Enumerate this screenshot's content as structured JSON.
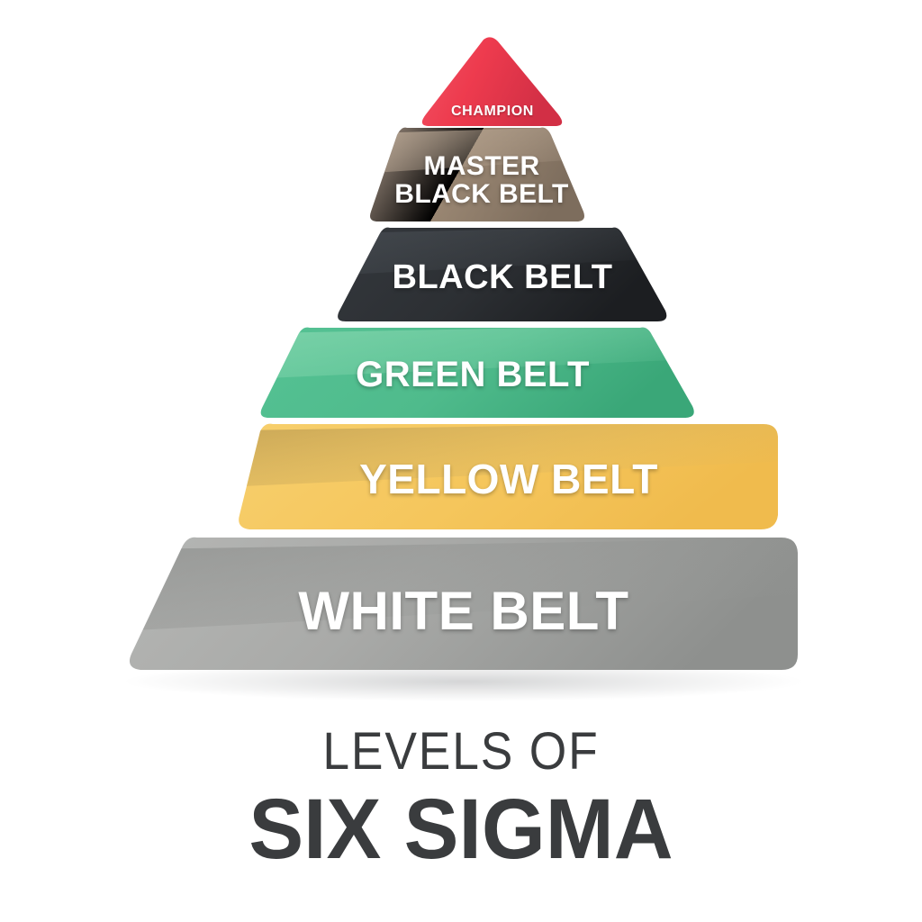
{
  "background_color": "#ffffff",
  "diagram": {
    "name": "levels-of-six-sigma-pyramid",
    "shape": "pyramid",
    "tier_count": 6,
    "tiers": [
      {
        "id": "champion",
        "label": "CHAMPION",
        "rank": 1,
        "position": "apex",
        "color": "#ee3b4e",
        "color_dark": "#d22f45",
        "text_color": "#ffffff"
      },
      {
        "id": "master-black-belt",
        "label": "MASTER\nBLACK BELT",
        "rank": 2,
        "color": "#9b8876",
        "color_dark": "#7e6e5e",
        "color_light": "#b2a08d",
        "text_color": "#ffffff"
      },
      {
        "id": "black-belt",
        "label": "BLACK BELT",
        "rank": 3,
        "color": "#2d3034",
        "color_dark": "#1b1d20",
        "color_light": "#3d4146",
        "text_color": "#ffffff"
      },
      {
        "id": "green-belt",
        "label": "GREEN BELT",
        "rank": 4,
        "color": "#4fbb8c",
        "color_dark": "#3faa7c",
        "color_light": "#79cfa7",
        "text_color": "#ffffff"
      },
      {
        "id": "yellow-belt",
        "label": "YELLOW BELT",
        "rank": 5,
        "color": "#f5c65c",
        "color_dark": "#c9a85a",
        "color_light": "#f8d787",
        "text_color": "#ffffff"
      },
      {
        "id": "white-belt",
        "label": "WHITE BELT",
        "rank": 6,
        "position": "base",
        "color": "#a9aaa8",
        "color_dark": "#8f918f",
        "color_light": "#bcbdbb",
        "text_color": "#ffffff"
      }
    ]
  },
  "title": {
    "line_top": "LEVELS OF",
    "line_main": "SIX SIGMA",
    "color": "#3a3c3e"
  }
}
